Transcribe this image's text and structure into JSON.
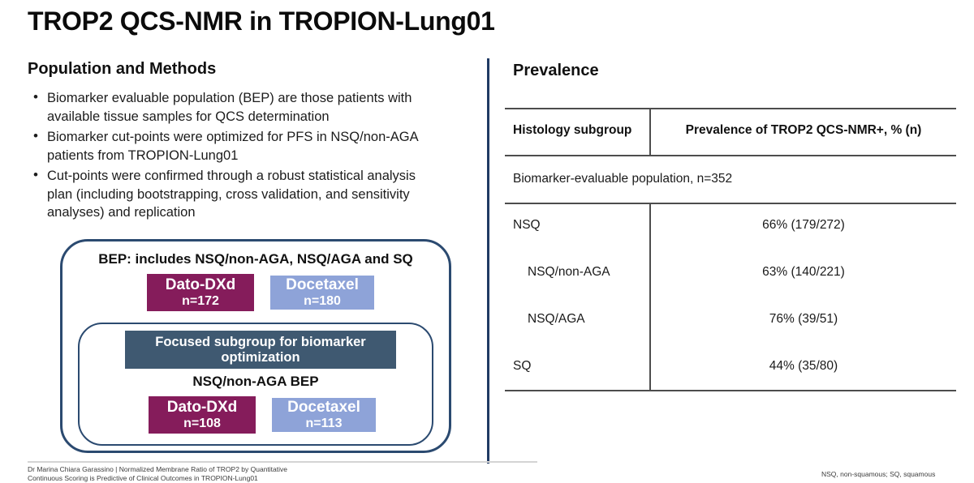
{
  "slide": {
    "title": "TROP2 QCS-NMR in TROPION-Lung01"
  },
  "left_panel": {
    "heading": "Population and Methods",
    "bullets": [
      "Biomarker evaluable population (BEP) are those patients with\navailable tissue samples for QCS determination",
      "Biomarker cut-points were optimized for PFS in NSQ/non-AGA\npatients from TROPION-Lung01",
      "Cut-points were confirmed through a robust statistical analysis\nplan (including bootstrapping, cross validation, and sensitivity\nanalyses) and replication"
    ],
    "diagram": {
      "outer_label": "BEP: includes NSQ/non-AGA, NSQ/AGA and SQ",
      "top_boxes": [
        {
          "label": "Dato-DXd",
          "n": "n=172"
        },
        {
          "label": "Docetaxel",
          "n": "n=180"
        }
      ],
      "focused_label": "Focused subgroup for biomarker\noptimization",
      "subgroup_label": "NSQ/non-AGA BEP",
      "bottom_boxes": [
        {
          "label": "Dato-DXd",
          "n": "n=108"
        },
        {
          "label": "Docetaxel",
          "n": "n=113"
        }
      ]
    }
  },
  "right_panel": {
    "heading": "Prevalence",
    "table": {
      "col_subgroup": "Histology subgroup",
      "col_value": "Prevalence of TROP2 QCS-NMR+, % (n)",
      "population_row": "Biomarker-evaluable population, n=352",
      "rows": [
        {
          "subgroup": "NSQ",
          "value": "66% (179/272)"
        },
        {
          "subgroup": "NSQ/non-AGA",
          "value": "63% (140/221)"
        },
        {
          "subgroup": "NSQ/AGA",
          "value": "76% (39/51)"
        },
        {
          "subgroup": "SQ",
          "value": "44% (35/80)"
        }
      ]
    }
  },
  "footer": {
    "left_line1": "Dr Marina Chiara Garassino | Normalized Membrane Ratio of TROP2 by Quantitative",
    "left_line2": "Continuous Scoring is Predictive of Clinical Outcomes in TROPION-Lung01",
    "right": "NSQ, non-squamous; SQ, squamous"
  },
  "colors": {
    "dato_box": "#851C5B",
    "docetaxel_box": "#8EA3D8",
    "focused_box": "#3F5971",
    "diagram_outline": "#2B4A70",
    "panel_divider": "#203A64",
    "table_rule": "#4D4D4D"
  }
}
